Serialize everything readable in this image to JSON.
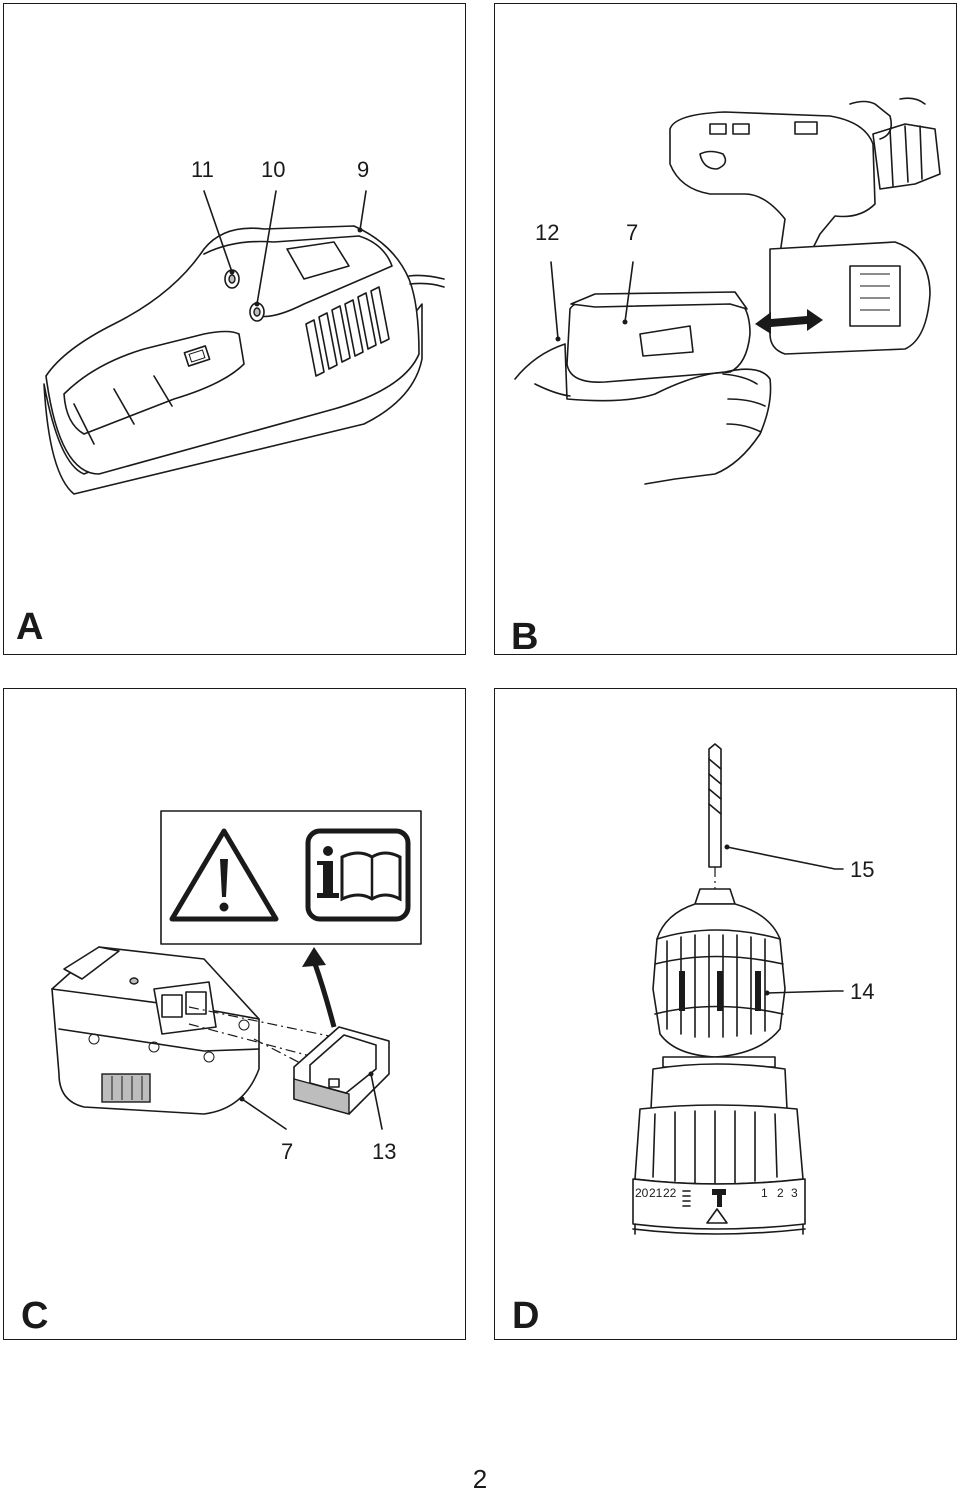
{
  "panels": {
    "a": {
      "label": "A",
      "callouts": [
        "11",
        "10",
        "9"
      ]
    },
    "b": {
      "label": "B",
      "callouts": [
        "12",
        "7"
      ]
    },
    "c": {
      "label": "C",
      "callouts": [
        "7",
        "13"
      ]
    },
    "d": {
      "label": "D",
      "callouts": [
        "15",
        "14"
      ],
      "dial_numbers": [
        "20",
        "21",
        "22",
        "1",
        "2",
        "3"
      ]
    }
  },
  "page_number": "2",
  "icons": [
    "warning-triangle-icon",
    "info-manual-icon",
    "insert-arrow-icon",
    "double-arrow-icon"
  ]
}
